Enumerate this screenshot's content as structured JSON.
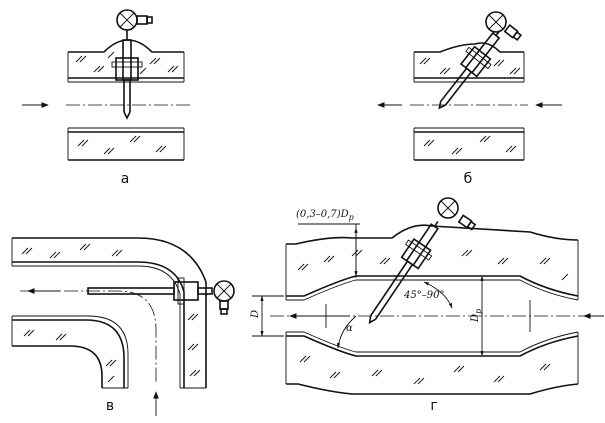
{
  "panels": {
    "a": {
      "label": "а"
    },
    "b": {
      "label": "б"
    },
    "v": {
      "label": "в"
    },
    "g": {
      "label": "г",
      "dim_depth": "(0,3–0,7)D",
      "dim_depth_sub": "р",
      "dim_angle": "45°–90°",
      "dim_alpha": "α",
      "dim_d": "D",
      "dim_dp": "D",
      "dim_dp_sub": "р"
    }
  }
}
